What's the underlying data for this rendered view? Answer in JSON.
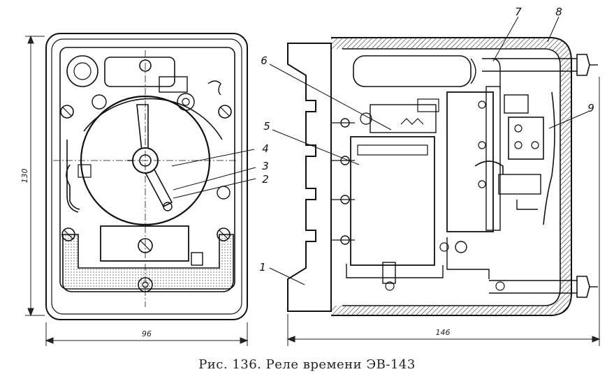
{
  "caption": "Рис. 136. Реле времени ЭВ-143",
  "callouts": [
    "1",
    "2",
    "3",
    "4",
    "5",
    "6",
    "7",
    "8",
    "9"
  ],
  "dimensions": {
    "front_height": "130",
    "front_width": "96",
    "side_width": "146"
  }
}
